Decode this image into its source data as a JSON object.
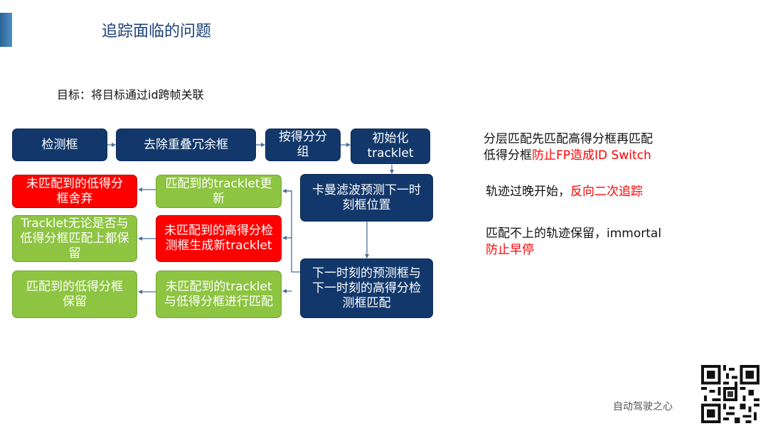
{
  "slide": {
    "title": "追踪面临的问题",
    "goal": "目标：将目标通过id跨帧关联"
  },
  "flow": {
    "detect": "检测框",
    "dedup": "去除重叠冗余框",
    "group": "按得分分组",
    "init": "初始化tracklet",
    "kalman": "卡曼滤波预测下一时刻框位置",
    "match_high": "下一时刻的预测框与下一时刻的高得分检测框匹配",
    "matched_update": "匹配到的tracklet更新",
    "unmatched_low_discard": "未匹配到的低得分框舍弃",
    "unmatched_high_new": "未匹配到的高得分检测框生成新tracklet",
    "tracklet_keep": "Tracklet无论是否与低得分框匹配上都保留",
    "unmatched_tracklet_low": "未匹配到的tracklet与低得分框进行匹配",
    "matched_low_keep": "匹配到的低得分框保留"
  },
  "notes": {
    "n1_a": "分层匹配先匹配高得分框再匹配",
    "n1_b": "低得分框",
    "n1_b_hl": "防止FP造成ID Switch",
    "n2_a": "轨迹过晚开始，",
    "n2_hl": "反向二次追踪",
    "n3_a": "匹配不上的轨迹保留，immortal",
    "n3_hl": "防止早停"
  },
  "footer": {
    "watermark": "自动驾驶之心",
    "qr_icon": "qr-code-icon"
  },
  "colors": {
    "dark_box": "#12386b",
    "green_box": "#8dc441",
    "red_box": "#ff0000",
    "title": "#1c3f79",
    "highlight": "#ff0000"
  }
}
